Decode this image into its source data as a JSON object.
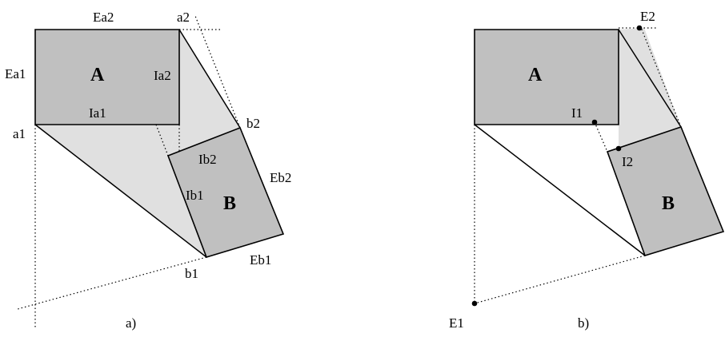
{
  "diagram_a": {
    "caption": "a)",
    "rect_a_label": "A",
    "rect_b_label": "B",
    "labels": {
      "ea1": "Ea1",
      "ea2": "Ea2",
      "a1": "a1",
      "a2": "a2",
      "ia1": "Ia1",
      "ia2": "Ia2",
      "b1": "b1",
      "b2": "b2",
      "ib1": "Ib1",
      "ib2": "Ib2",
      "eb1": "Eb1",
      "eb2": "Eb2"
    }
  },
  "diagram_b": {
    "caption": "b)",
    "rect_a_label": "A",
    "rect_b_label": "B",
    "labels": {
      "e1": "E1",
      "e2": "E2",
      "i1": "I1",
      "i2": "I2"
    }
  },
  "colors": {
    "dark_fill": "#c0c0c0",
    "light_fill": "#e0e0e0",
    "stroke": "#000000"
  }
}
